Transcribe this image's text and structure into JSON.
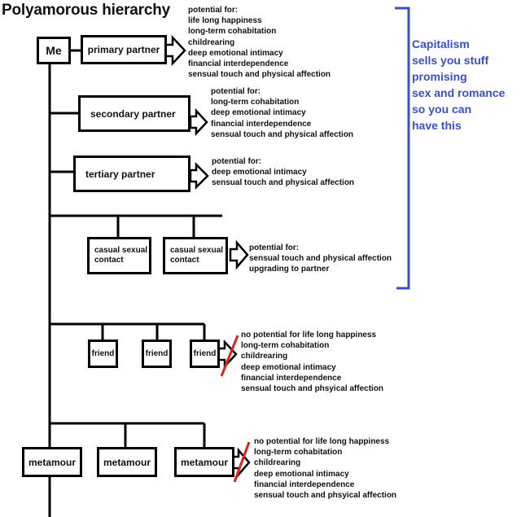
{
  "title": "Polyamorous hierarchy",
  "nodes": {
    "me": "Me",
    "primary": "primary partner",
    "secondary": "secondary partner",
    "tertiary": "tertiary partner",
    "casual1": "casual sexual contact",
    "casual2": "casual sexual contact",
    "friend1": "friend",
    "friend2": "friend",
    "friend3": "friend",
    "metamour1": "metamour",
    "metamour2": "metamour",
    "metamour3": "metamour"
  },
  "notes": {
    "primary": [
      "potential for:",
      "life long happiness",
      "long-term cohabitation",
      "childrearing",
      "deep emotional intimacy",
      "financial interdependence",
      "sensual touch and physical affection"
    ],
    "secondary": [
      "potential for:",
      "long-term cohabitation",
      "deep emotional intimacy",
      "financial interdependence",
      "sensual touch and physical affection"
    ],
    "tertiary": [
      "potential for:",
      "deep emotional intimacy",
      "sensual touch and physical affection"
    ],
    "casual": [
      "potential for:",
      "sensual touch and physical affection",
      "upgrading to partner"
    ],
    "friend": [
      "no potential for life long happiness",
      "long-term cohabitation",
      "childrearing",
      "deep emotional intimacy",
      "financial interdependence",
      "sensual touch and phsyical affection"
    ],
    "metamour": [
      "no potential for life long happiness",
      "long-term cohabitation",
      "childrearing",
      "deep emotional intimacy",
      "financial interdependence",
      "sensual touch and phsyical affection"
    ]
  },
  "capitalism_note": [
    "Capitalism",
    "sells you stuff",
    "promising",
    "sex and romance",
    "so you can",
    "have this"
  ],
  "colors": {
    "line": "#000000",
    "bracket": "#3a4fc8",
    "strike": "#e0201c",
    "note_text": "#3a4fc8"
  }
}
